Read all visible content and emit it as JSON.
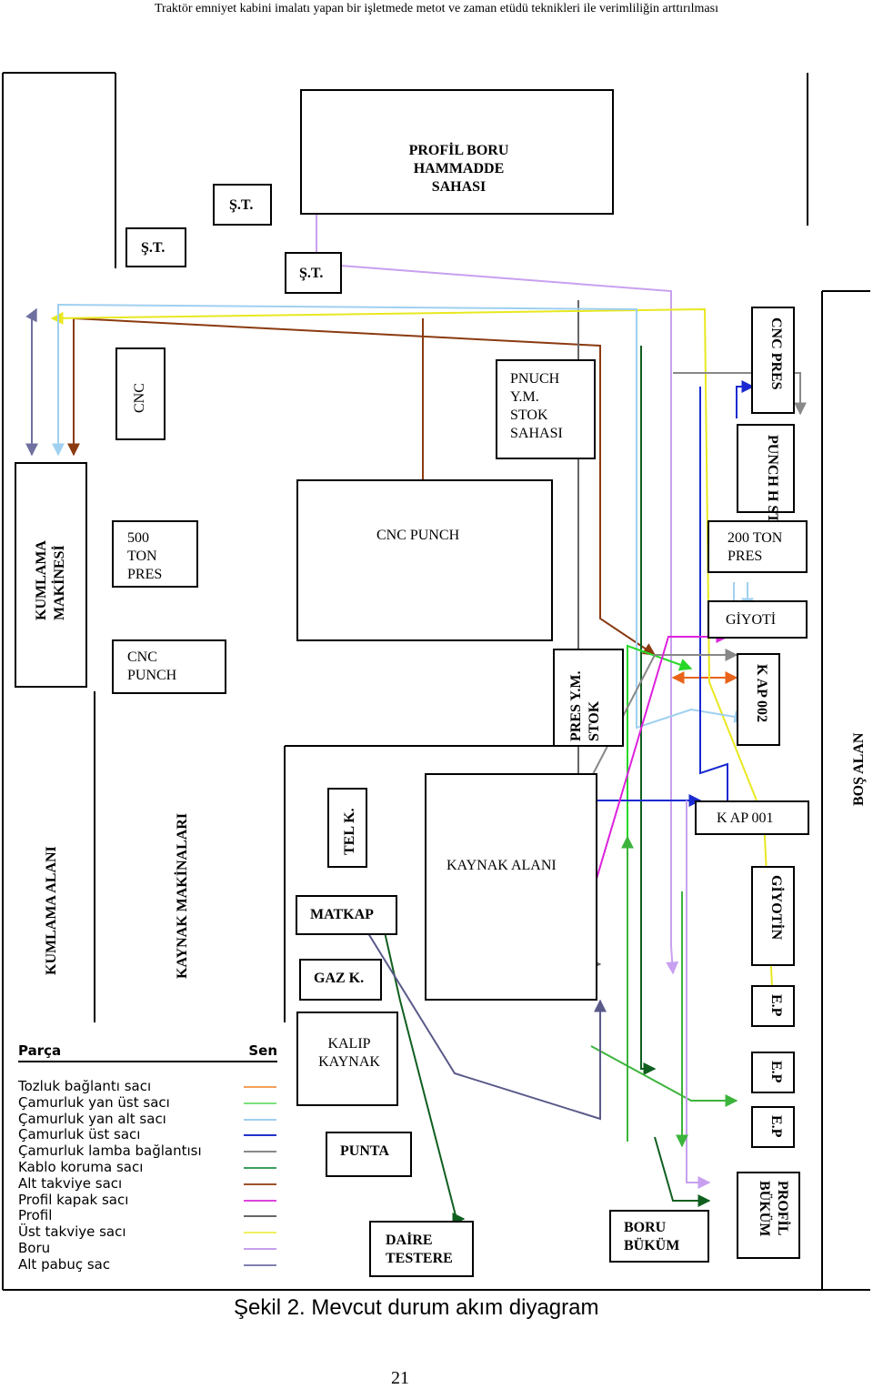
{
  "header": "Traktör emniyet kabini imalatı yapan bir işletmede metot ve zaman etüdü teknikleri ile verimliliğin arttırılması",
  "stations": {
    "profil_boru_hammadde": "PROFİL BORU\nHAMMADDE\nSAHASI",
    "st_1": "Ş.T.",
    "st_2": "Ş.T.",
    "st_3": "Ş.T.",
    "cnc": "CNC",
    "pnuch_ym_stok": "PNUCH\nY.M.\nSTOK\nSAHASI",
    "cnc_pres": "CNC PRES",
    "punch_stok": "PUNCH\nH STOK",
    "kumlama_makinesi": "KUMLAMA\nMAKİNESİ",
    "pres_500": "500\nTON\nPRES",
    "cnc_punch_1": "CNC PUNCH",
    "pres_200": "200 TON\nPRES",
    "giyotin_1": "GİYOTİ",
    "cnc_punch_2": "CNC\nPUNCH",
    "pres_ym_stok": "PRES Y.M.\nSTOK",
    "kap_002": "K AP 002",
    "bos_alan": "BOŞ ALAN",
    "kumlama_alani": "KUMLAMA ALANI",
    "kaynak_makinalari": "KAYNAK MAKİNALARI",
    "tel_k": "TEL K.",
    "kaynak_alani": "KAYNAK ALANI",
    "kap_001": "K AP 001",
    "matkap": "MATKAP",
    "giyotin_2": "GİYOTİN",
    "gaz_k": "GAZ K.",
    "ep_1": "E.P",
    "kalip_kaynak": "KALIP\nKAYNAK",
    "ep_2": "E.P",
    "ep_3": "E.P",
    "punta": "PUNTA",
    "profil_bukum": "PROFİL\nBÜKÜM",
    "daire_testere": "DAİRE\nTESTERE",
    "boru_bukum": "BORU\nBÜKÜM"
  },
  "legend": {
    "col_part": "Parça",
    "col_symbol": "Sen",
    "items": [
      {
        "label": "Tozluk bağlantı sacı",
        "color": "#f5a05a"
      },
      {
        "label": "Çamurluk yan üst sacı",
        "color": "#7ee07e"
      },
      {
        "label": "Çamurluk yan alt sacı",
        "color": "#9fd0f0"
      },
      {
        "label": "Çamurluk üst sacı",
        "color": "#2233cc"
      },
      {
        "label": "Çamurluk lamba bağlantısı",
        "color": "#888888"
      },
      {
        "label": "Kablo koruma sacı",
        "color": "#3aa060"
      },
      {
        "label": "Alt takviye sacı",
        "color": "#a0522d"
      },
      {
        "label": "Profil kapak sacı",
        "color": "#dd44dd"
      },
      {
        "label": "Profil",
        "color": "#666666"
      },
      {
        "label": "Üst takviye sacı",
        "color": "#f0f060"
      },
      {
        "label": "Boru",
        "color": "#c8a0f0"
      },
      {
        "label": "Alt pabuç sac",
        "color": "#8080b0"
      }
    ]
  },
  "caption": "Şekil 2. Mevcut durum akım diyagram",
  "page_number": "21"
}
